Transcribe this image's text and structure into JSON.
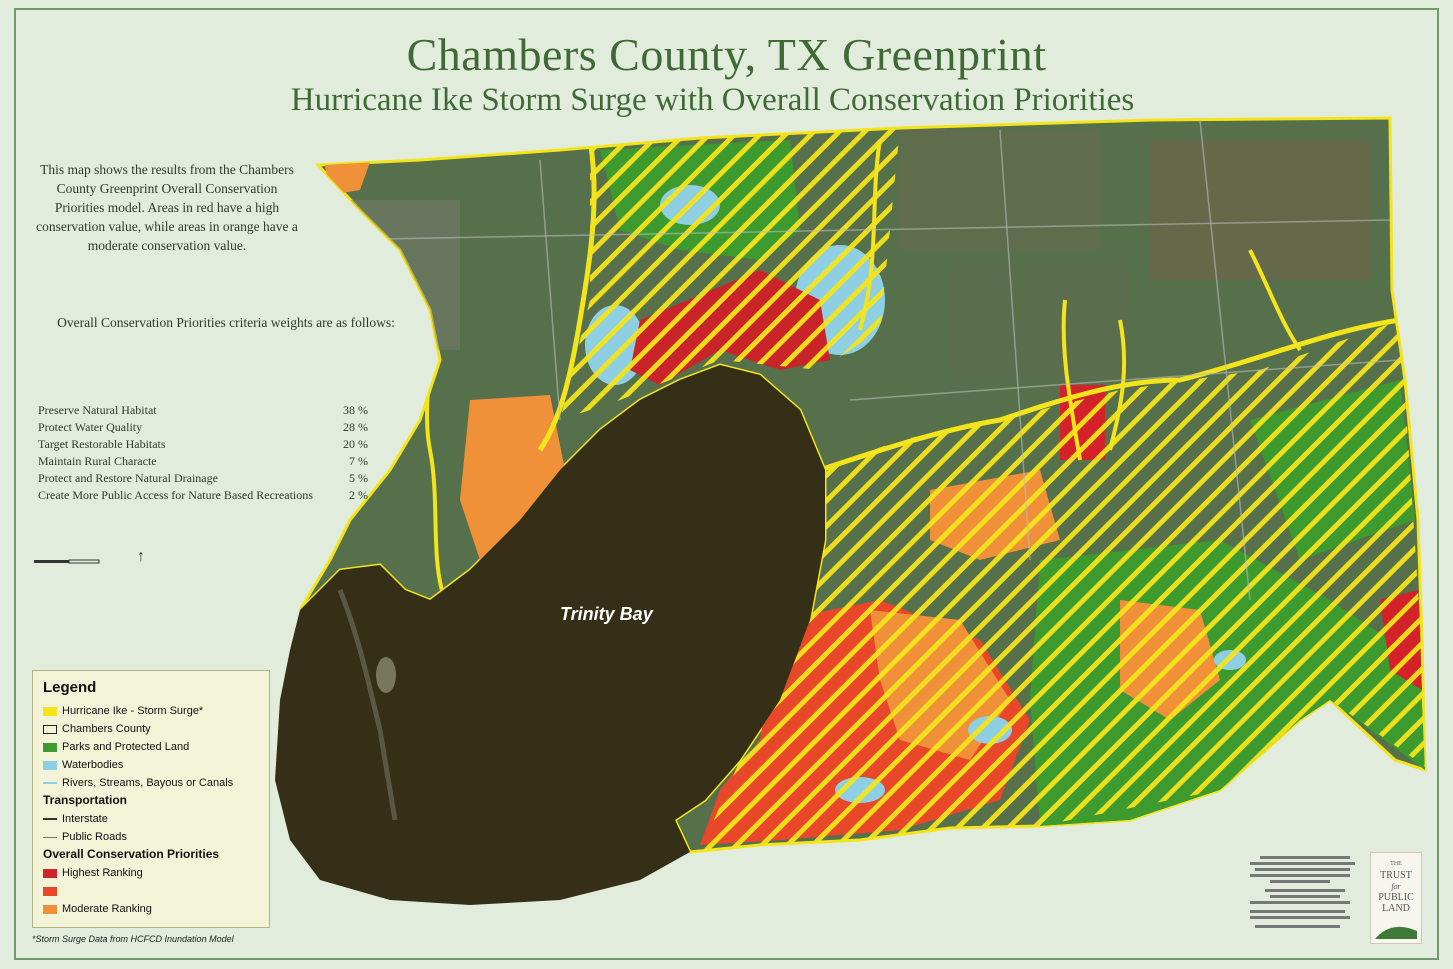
{
  "title": "Chambers County, TX Greenprint",
  "subtitle": "Hurricane Ike Storm Surge with Overall Conservation Priorities",
  "intro_text": "This map shows the results from the Chambers County Greenprint Overall Conservation Priorities model. Areas in red have a high conservation value, while areas in orange have a moderate conservation value.",
  "weights_intro": "Overall Conservation Priorities criteria weights are as follows:",
  "weights": [
    {
      "label": "Preserve Natural Habitat",
      "value": "38 %"
    },
    {
      "label": "Protect Water Quality",
      "value": "28 %"
    },
    {
      "label": "Target Restorable Habitats",
      "value": "20 %"
    },
    {
      "label": "Maintain Rural Characte",
      "value": "7 %"
    },
    {
      "label": "Protect and Restore Natural Drainage",
      "value": "5 %"
    },
    {
      "label": "Create More Public Access for Nature Based Recreations",
      "value": "2 %"
    }
  ],
  "map_label": "Trinity Bay",
  "legend": {
    "title": "Legend",
    "items": [
      {
        "label": "Hurricane Ike - Storm Surge*",
        "color": "#f4e41c"
      },
      {
        "label": "Chambers County",
        "color": "none"
      },
      {
        "label": "Parks and Protected Land",
        "color": "#3d9a2e"
      },
      {
        "label": "Waterbodies",
        "color": "#8fcfe4"
      },
      {
        "label": "Rivers, Streams, Bayous or Canals",
        "color": "#8fcfe4"
      }
    ],
    "transportation_title": "Transportation",
    "transportation": [
      {
        "label": "Interstate",
        "color": "#333333"
      },
      {
        "label": "Public Roads",
        "color": "#777777"
      }
    ],
    "priorities_title": "Overall Conservation Priorities",
    "priorities": [
      {
        "label": "Highest Ranking",
        "color": "#d3222a"
      },
      {
        "label": "",
        "color": "#e8472a"
      },
      {
        "label": "Moderate Ranking",
        "color": "#f0913a"
      }
    ]
  },
  "footnote": "*Storm Surge Data from HCFCD Inundation Model",
  "logo": {
    "line1": "THE",
    "line2": "TRUST",
    "line3": "for",
    "line4": "PUBLIC",
    "line5": "LAND"
  },
  "colors": {
    "background": "#e2ecdd",
    "title": "#3f6a36",
    "surge": "#f4e41c",
    "land": "#4f6a45",
    "bay": "#2e2a12",
    "parks": "#3d9a2e",
    "water": "#8fcfe4",
    "high": "#d3222a",
    "mid": "#e8472a",
    "moderate": "#f0913a"
  }
}
